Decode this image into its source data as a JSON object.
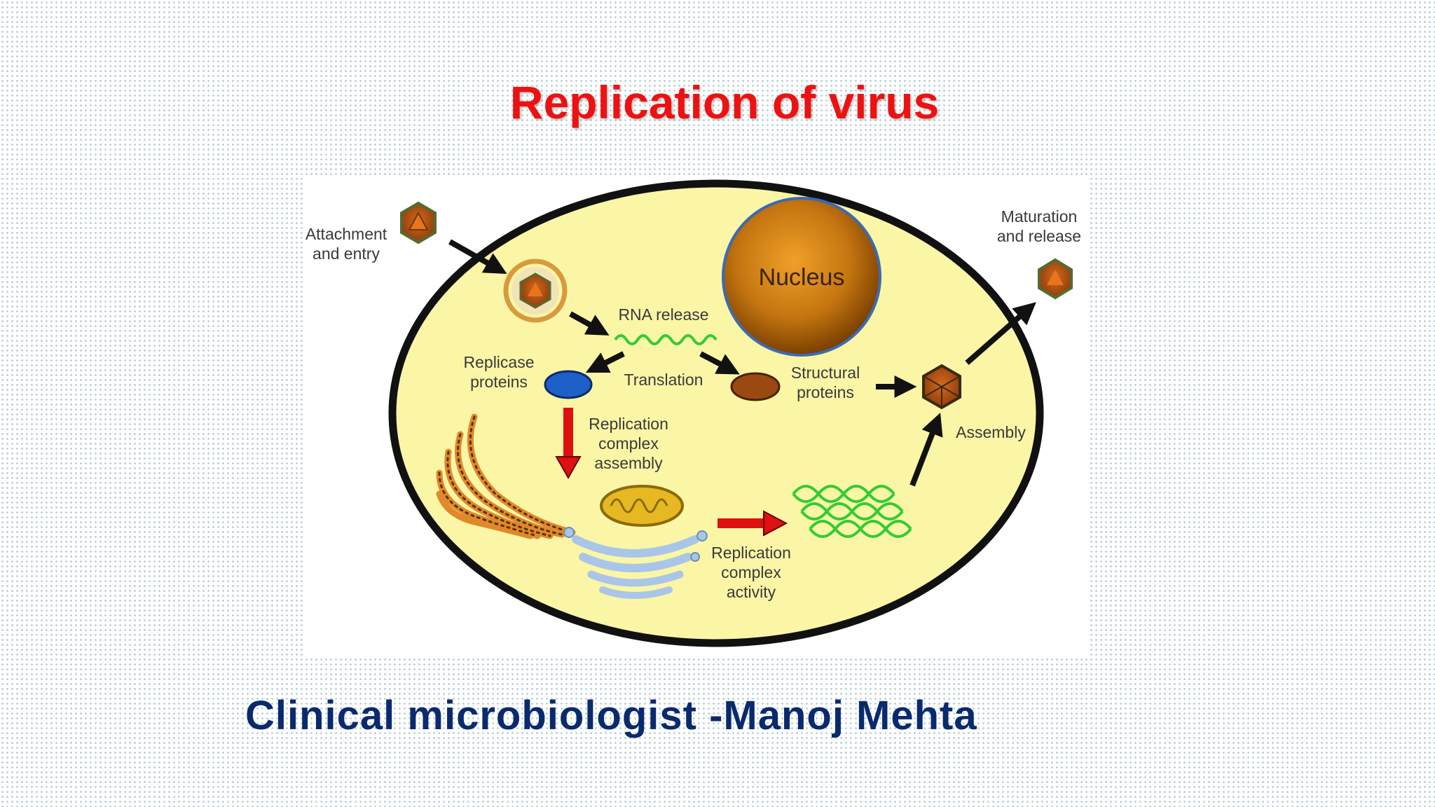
{
  "slide": {
    "title": "Replication of virus",
    "credit": "Clinical microbiologist -Manoj Mehta"
  },
  "diagram": {
    "labels": {
      "attachment_line1": "Attachment",
      "attachment_line2": "and entry",
      "maturation_line1": "Maturation",
      "maturation_line2": "and release",
      "nucleus": "Nucleus",
      "rna_release": "RNA release",
      "replicase_line1": "Replicase",
      "replicase_line2": "proteins",
      "translation": "Translation",
      "structural_line1": "Structural",
      "structural_line2": "proteins",
      "assembly": "Assembly",
      "rc_assembly_line1": "Replication",
      "rc_assembly_line2": "complex",
      "rc_assembly_line3": "assembly",
      "rc_activity_line1": "Replication",
      "rc_activity_line2": "complex",
      "rc_activity_line3": "activity"
    },
    "colors": {
      "title_red": "#ee1111",
      "credit_navy": "#0a2a6e",
      "cytoplasm": "#fbf6a6",
      "membrane": "#111111",
      "nucleus": "#b8690c",
      "rna": "#33cc33",
      "red_arrow": "#dd1111",
      "replicase": "#1e5fc8",
      "structural": "#9a4a10",
      "er": "#e0892a",
      "mitochondrion": "#e6b822",
      "golgi": "#a9c6e8"
    },
    "icons": [
      "virion-icon",
      "nucleus-icon",
      "endoplasmic-reticulum-icon",
      "mitochondrion-icon",
      "golgi-icon"
    ]
  }
}
